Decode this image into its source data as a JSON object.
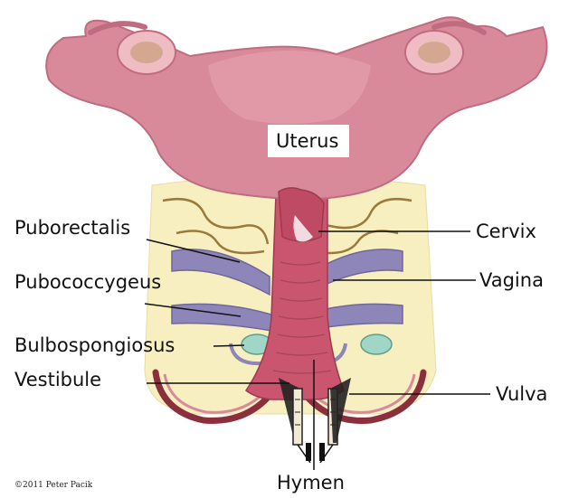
{
  "labels": {
    "uterus": "Uterus",
    "puborectalis": "Puborectalis",
    "pubococcygeus": "Pubococcygeus",
    "bulbospongiosus": "Bulbospongiosus",
    "vestibule": "Vestibule",
    "cervix": "Cervix",
    "vagina": "Vagina",
    "vulva": "Vulva",
    "hymen": "Hymen"
  },
  "copyright": "©2011 Peter Pacik",
  "colors": {
    "uterus": "#d98a9a",
    "uterus_dark": "#c06c80",
    "pelvic_floor": "#f7efc0",
    "muscle": "#8e86b8",
    "vagina": "#c9566e",
    "vulva_rim": "#8c2f3c",
    "gland": "#9fd6c6"
  }
}
